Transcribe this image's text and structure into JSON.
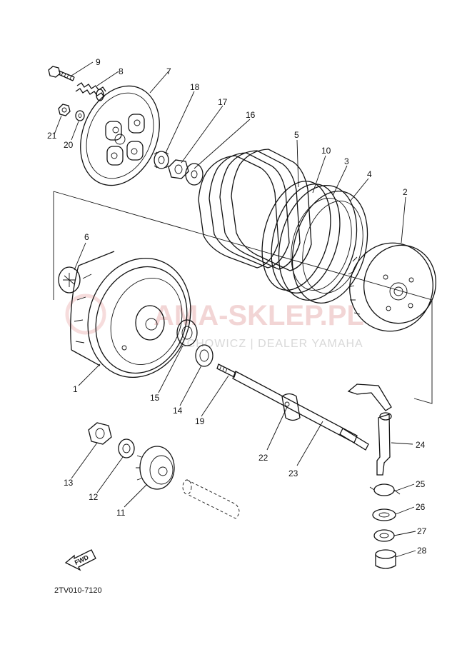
{
  "watermark": {
    "title": "AMA-SKLEP.PL",
    "subtitle": "ECHOWICZ | DEALER YAMAHA"
  },
  "diagram_code": "2TV010-7120",
  "fwd_label": "FWD",
  "callouts": [
    {
      "id": "1",
      "label": "1"
    },
    {
      "id": "2",
      "label": "2"
    },
    {
      "id": "3",
      "label": "3"
    },
    {
      "id": "4",
      "label": "4"
    },
    {
      "id": "5",
      "label": "5"
    },
    {
      "id": "6",
      "label": "6"
    },
    {
      "id": "7",
      "label": "7"
    },
    {
      "id": "8",
      "label": "8"
    },
    {
      "id": "9",
      "label": "9"
    },
    {
      "id": "10",
      "label": "10"
    },
    {
      "id": "11",
      "label": "11"
    },
    {
      "id": "12",
      "label": "12"
    },
    {
      "id": "13",
      "label": "13"
    },
    {
      "id": "14",
      "label": "14"
    },
    {
      "id": "15",
      "label": "15"
    },
    {
      "id": "16",
      "label": "16"
    },
    {
      "id": "17",
      "label": "17"
    },
    {
      "id": "18",
      "label": "18"
    },
    {
      "id": "19",
      "label": "19"
    },
    {
      "id": "20",
      "label": "20"
    },
    {
      "id": "21",
      "label": "21"
    },
    {
      "id": "22",
      "label": "22"
    },
    {
      "id": "23",
      "label": "23"
    },
    {
      "id": "24",
      "label": "24"
    },
    {
      "id": "25",
      "label": "25"
    },
    {
      "id": "26",
      "label": "26"
    },
    {
      "id": "27",
      "label": "27"
    },
    {
      "id": "28",
      "label": "28"
    }
  ]
}
